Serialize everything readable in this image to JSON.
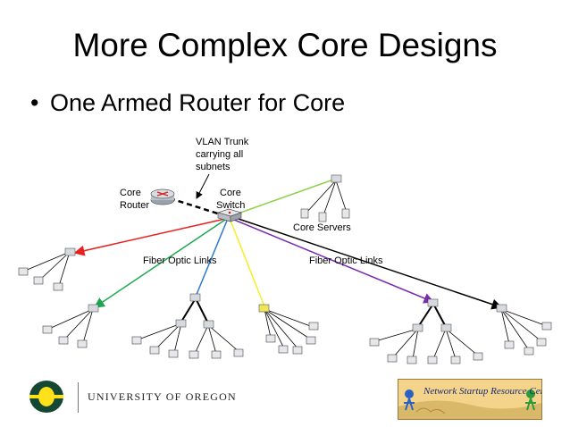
{
  "slide": {
    "title": "More Complex Core Designs",
    "bullet": "One Armed Router for Core"
  },
  "diagram": {
    "labels": {
      "vlan_trunk": [
        "VLAN Trunk",
        "carrying all",
        "subnets"
      ],
      "core_router": [
        "Core",
        "Router"
      ],
      "core_switch": [
        "Core",
        "Switch"
      ],
      "core_servers": "Core Servers",
      "fiber_left": "Fiber Optic Links",
      "fiber_right": "Fiber Optic Links"
    },
    "link_colors": {
      "trunk": "#000000",
      "green_light": "#8fd14f",
      "red": "#e8201e",
      "green": "#1aa84e",
      "blue": "#2a7bd0",
      "yellow": "#f5f020",
      "purple": "#7a2bb0",
      "black": "#000000"
    }
  },
  "footer": {
    "university": "UNIVERSITY OF OREGON",
    "logo_letter": "O",
    "nsrc_banner": "Network Startup Resource Center",
    "brand_green": "#154733",
    "brand_yellow": "#fee11a"
  }
}
